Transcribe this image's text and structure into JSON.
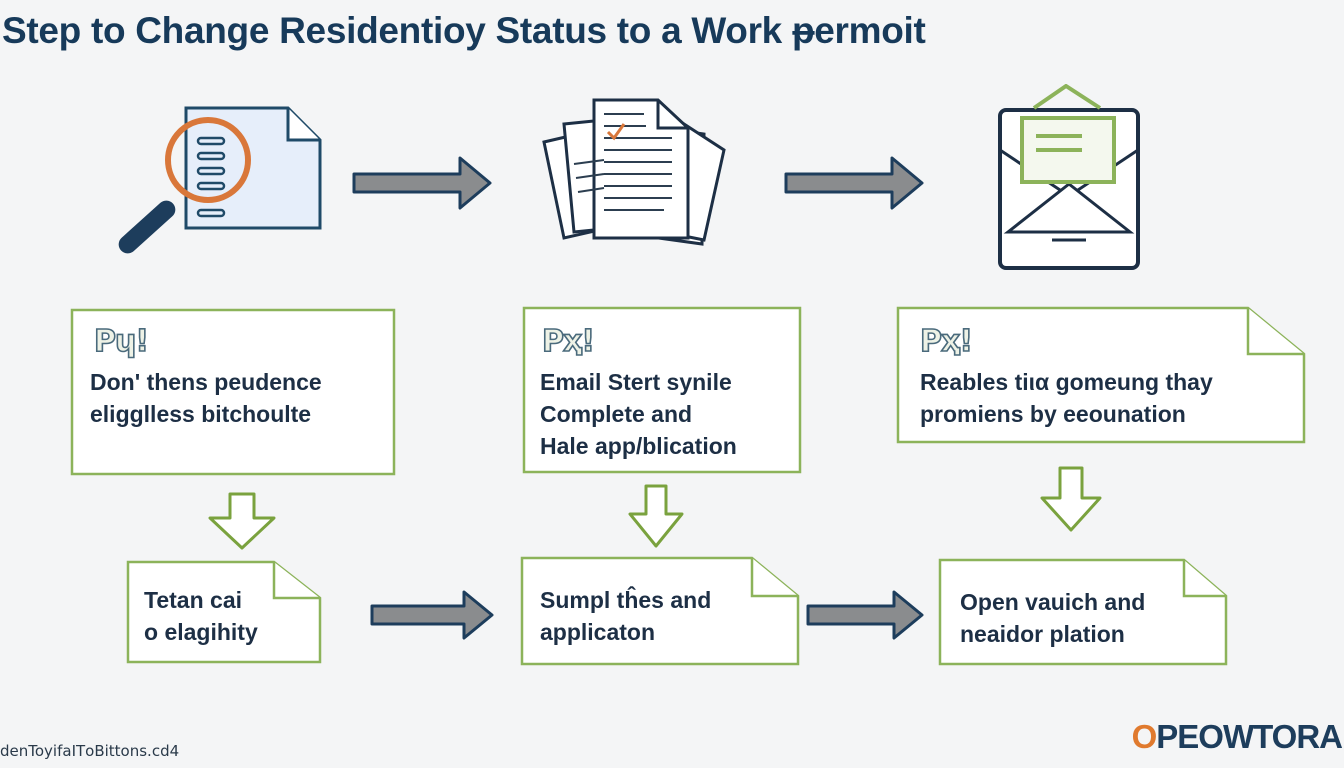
{
  "title": "Step to Change Residentioy Status to a Work ᵽermoit",
  "icons": {
    "search": "magnifier-document-icon",
    "papers": "papers-stack-icon",
    "mail": "envelope-tablet-icon"
  },
  "colors": {
    "title": "#173a5a",
    "box_border": "#8cb35a",
    "arrow_gray": "#8a8c8e",
    "arrow_outline": "#1d3d5c",
    "down_arrow": "#7aa23e",
    "accent_orange": "#d9773a"
  },
  "top_boxes": [
    {
      "badge": "Pɥ!",
      "text": "Don' thens peudence\neligglless bitchoulte"
    },
    {
      "badge": "Pҳ!",
      "text": "Email Stert synile\nComplete and\nHale app/blication"
    },
    {
      "badge": "Pҳ!",
      "text": "Reables tiια gomeung thay\npromiens by eeounation"
    }
  ],
  "bottom_boxes": [
    {
      "text": "Tetan cai\n o elagihity"
    },
    {
      "text": "Sumpl tĥes and\napplicaton"
    },
    {
      "text": "Open vauich and\nneaidor plation"
    }
  ],
  "footer": "denToyifaITοBittons.cd4",
  "logo": {
    "first": "O",
    "rest": "PEOWTORA"
  }
}
